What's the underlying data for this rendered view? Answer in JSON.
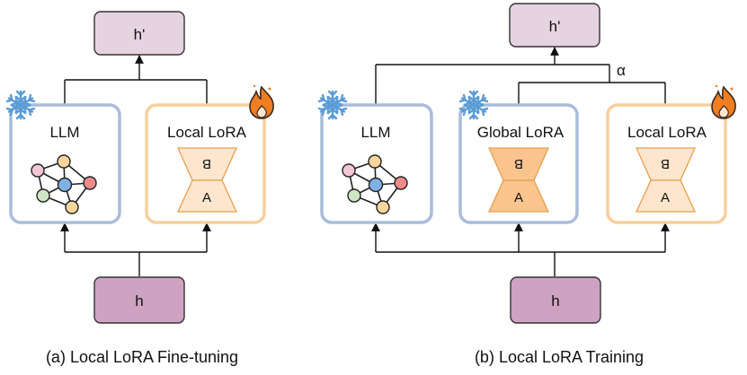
{
  "colors": {
    "llm_border": "#a9bcdb",
    "lora_border": "#f7cf9c",
    "output_fill": "#e6d3e0",
    "input_fill": "#cfa2c2",
    "trapezoid_light": "#fde6cd",
    "trapezoid_global": "#f9c48e",
    "trapezoid_stroke": "#e7a04d",
    "snowflake": "#5b9bd5",
    "flame": "#ef7d22",
    "node_pink": "#f2c6d6",
    "node_orange": "#fbd59c",
    "node_blue": "#7fb1e6",
    "node_red": "#f08a8a",
    "node_green": "#cfe6c5"
  },
  "diagram_a": {
    "output_label": "h'",
    "input_label": "h",
    "llm_label": "LLM",
    "local_lora_label": "Local LoRA",
    "lora_top_label": "B",
    "lora_bottom_label": "A",
    "caption": "(a) Local LoRA Fine-tuning",
    "icons": [
      "snowflake-icon",
      "flame-icon"
    ]
  },
  "diagram_b": {
    "output_label": "h'",
    "input_label": "h",
    "alpha_label": "α",
    "llm_label": "LLM",
    "global_lora_label": "Global LoRA",
    "local_lora_label": "Local LoRA",
    "lora_top_label": "B",
    "lora_bottom_label": "A",
    "caption": "(b) Local LoRA Training",
    "icons": [
      "snowflake-icon",
      "snowflake-icon",
      "flame-icon"
    ]
  }
}
